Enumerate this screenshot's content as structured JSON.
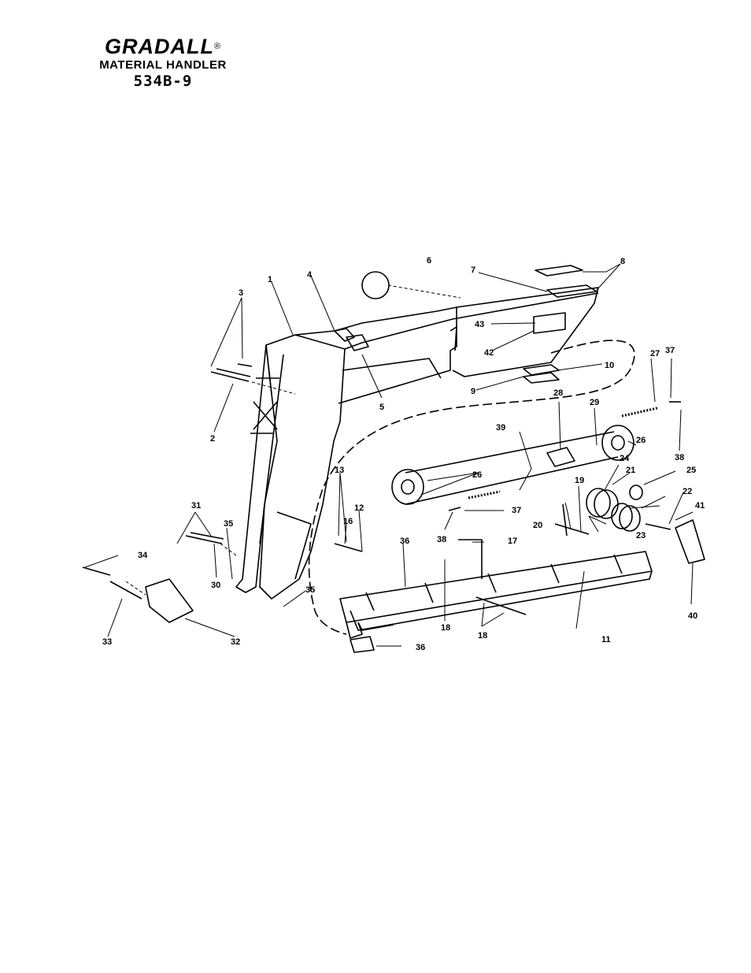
{
  "header": {
    "brand": "GRADALL",
    "registered_mark": "®",
    "subtitle": "MATERIAL HANDLER",
    "model": "534B-9"
  },
  "callouts": [
    "1",
    "2",
    "3",
    "4",
    "5",
    "6",
    "7",
    "8",
    "9",
    "10",
    "11",
    "12",
    "13",
    "16",
    "17",
    "18",
    "19",
    "20",
    "21",
    "22",
    "23",
    "24",
    "25",
    "26",
    "27",
    "28",
    "29",
    "30",
    "31",
    "32",
    "33",
    "34",
    "35",
    "36",
    "37",
    "38",
    "39",
    "40",
    "41",
    "42",
    "43"
  ]
}
